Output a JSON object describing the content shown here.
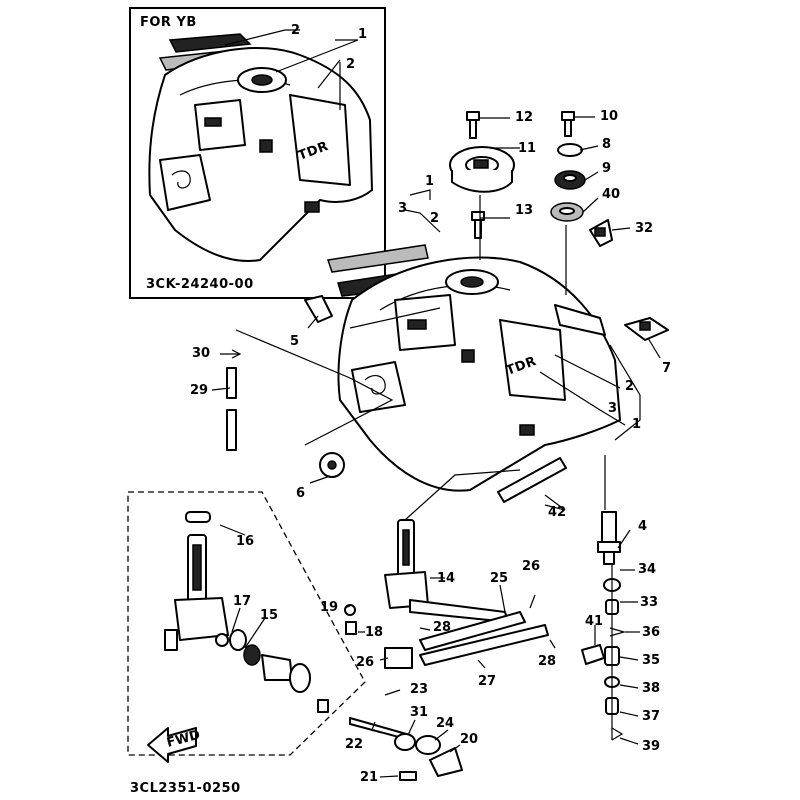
{
  "inset_title": "FOR YB",
  "inset_code": "3CK-24240-00",
  "footer_code": "3CL2351-0250",
  "fwd_label": "FWD",
  "tank_logo": "TDR",
  "callouts": {
    "i1": "1",
    "i2a": "2",
    "i2b": "2",
    "c1a": "1",
    "c1b": "1",
    "c2a": "2",
    "c2b": "2",
    "c3a": "3",
    "c3b": "3",
    "c4": "4",
    "c5": "5",
    "c6": "6",
    "c7": "7",
    "c8": "8",
    "c9": "9",
    "c10": "10",
    "c11": "11",
    "c12": "12",
    "c13": "13",
    "c14": "14",
    "c15": "15",
    "c16": "16",
    "c17": "17",
    "c18": "18",
    "c19": "19",
    "c20": "20",
    "c21": "21",
    "c22": "22",
    "c23": "23",
    "c24": "24",
    "c25": "25",
    "c26a": "26",
    "c26b": "26",
    "c27": "27",
    "c28a": "28",
    "c28b": "28",
    "c29": "29",
    "c30": "30",
    "c31": "31",
    "c32": "32",
    "c33": "33",
    "c34": "34",
    "c35": "35",
    "c36": "36",
    "c37": "37",
    "c38": "38",
    "c39": "39",
    "c40": "40",
    "c41": "41",
    "c42": "42"
  }
}
